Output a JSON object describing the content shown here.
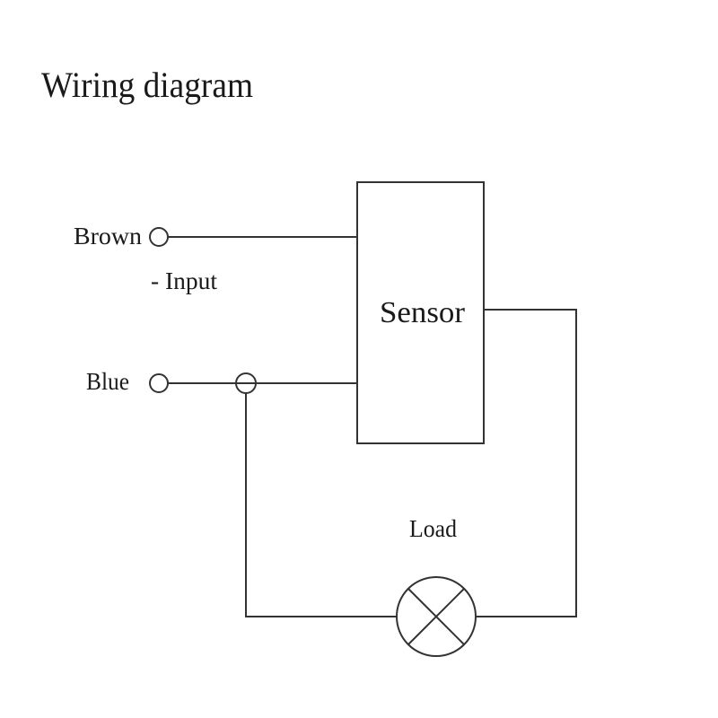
{
  "title": "Wiring diagram",
  "terminals": {
    "brown": "Brown",
    "input_note": "- Input",
    "blue": "Blue"
  },
  "sensor": {
    "label": "Sensor"
  },
  "load": {
    "label": "Load"
  },
  "colors": {
    "line": "#333333",
    "text": "#1a1a1a",
    "background": "#ffffff"
  }
}
